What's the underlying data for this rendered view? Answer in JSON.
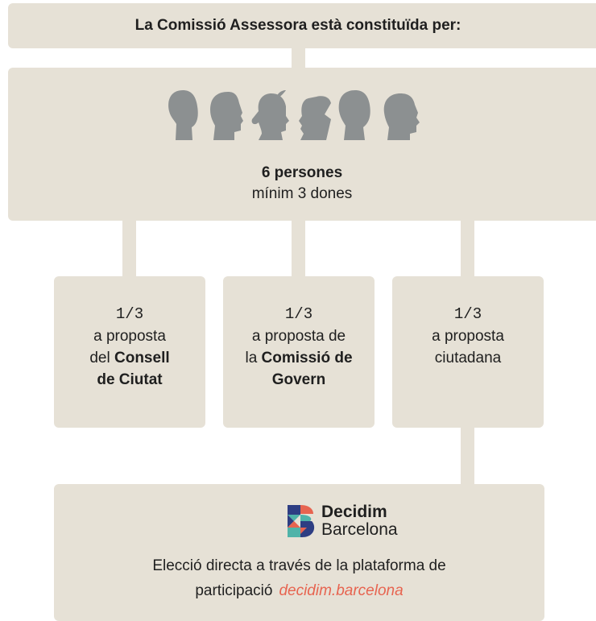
{
  "title": "La Comissió Assessora està constituïda per:",
  "people": {
    "icon": "heads-icon",
    "count_label": "6 persones",
    "detail": "mínim 3 dones"
  },
  "columns": [
    {
      "fraction": "1/3",
      "lines": [
        "a proposta",
        "del "
      ],
      "bold": [
        "Consell",
        "de Ciutat"
      ]
    },
    {
      "fraction": "1/3",
      "l1": "a proposta de",
      "l2_pre": "la ",
      "l2_bold": "Comissió de",
      "l3_bold": "Govern"
    },
    {
      "fraction": "1/3",
      "l1": "a proposta",
      "l2": "ciutadana"
    }
  ],
  "decidim": {
    "logo_icon": "decidim-logo-icon",
    "name_line1": "Decidim",
    "name_line2": "Barcelona",
    "desc_line1": "Elecció directa a través de la plataforma de",
    "desc_line2": "participació",
    "link": "decidim.barcelona"
  },
  "colors": {
    "box": "#e6e1d6",
    "heads": "#8c9091",
    "link": "#e76450",
    "logo_blue": "#2e3e83",
    "logo_teal": "#4fb3a9",
    "logo_coral": "#e76450"
  }
}
